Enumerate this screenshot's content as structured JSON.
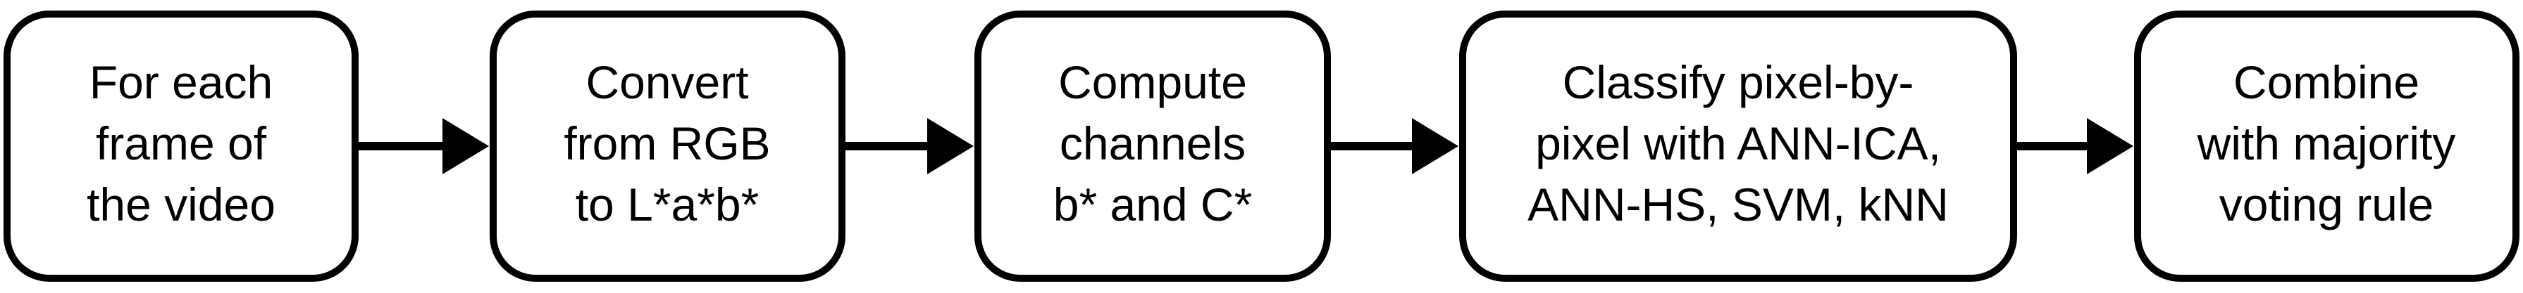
{
  "colors": {
    "stroke": "#000000",
    "fill": "#ffffff",
    "text": "#000000"
  },
  "steps": [
    {
      "lines": [
        "For each",
        "frame of",
        "the video"
      ]
    },
    {
      "lines": [
        "Convert",
        "from RGB",
        "to L*a*b*"
      ]
    },
    {
      "lines": [
        "Compute",
        "channels",
        "b* and C*"
      ]
    },
    {
      "lines": [
        "Classify pixel-by-",
        "pixel with ANN-ICA,",
        "ANN-HS, SVM, kNN"
      ]
    },
    {
      "lines": [
        "Combine",
        "with majority",
        "voting rule"
      ]
    }
  ]
}
